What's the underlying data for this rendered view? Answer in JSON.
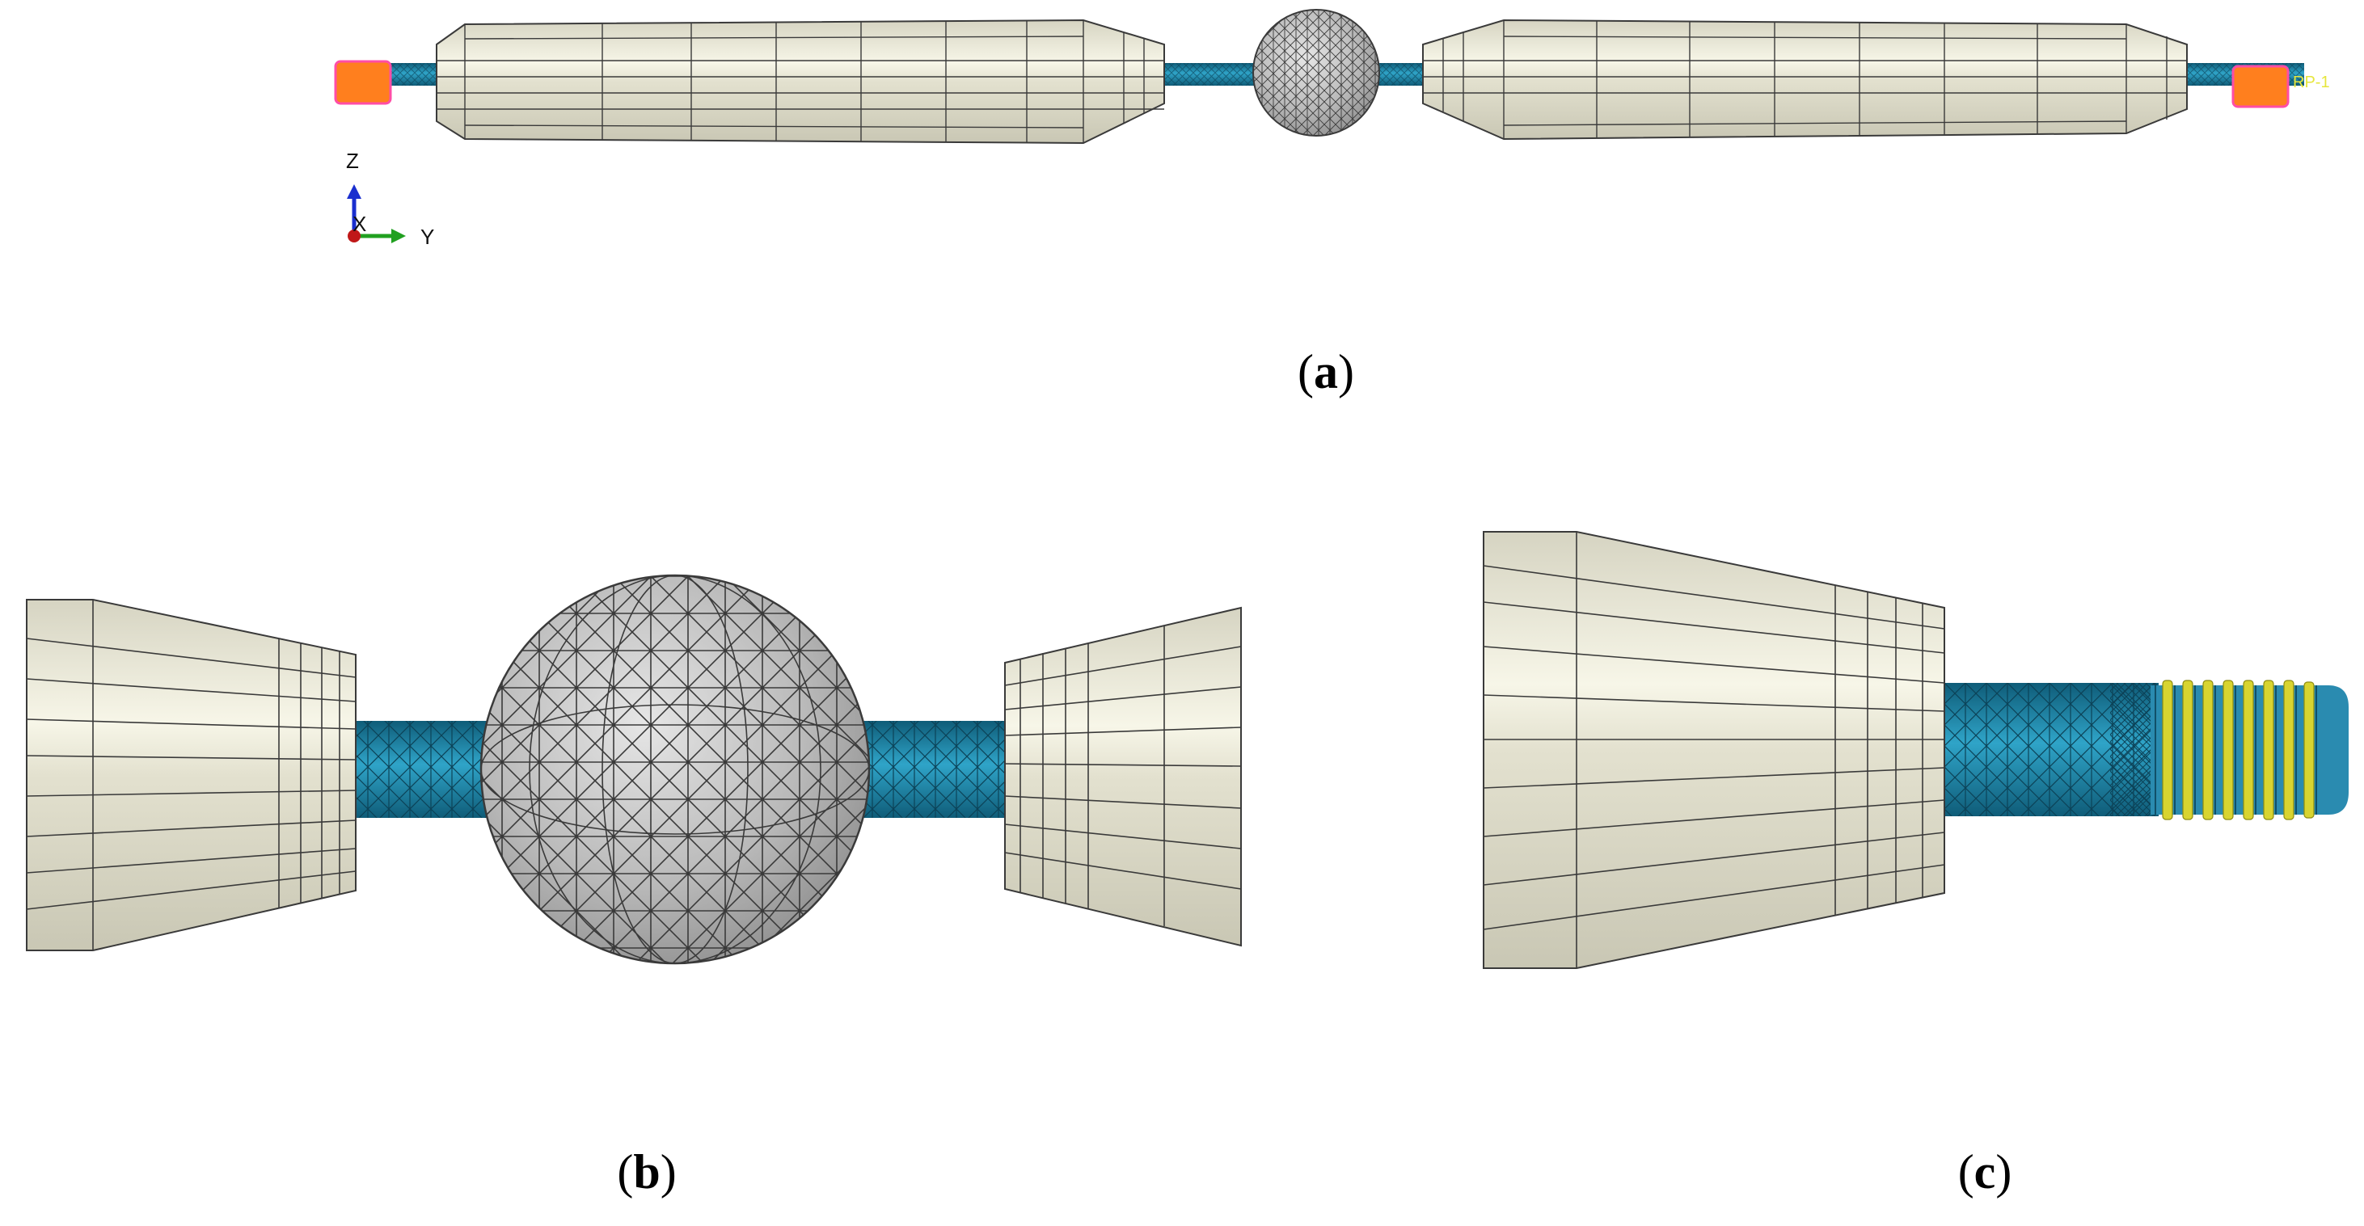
{
  "captions": {
    "a": "a",
    "b": "b",
    "c": "c"
  },
  "axes": {
    "z": "Z",
    "y": "Y",
    "x": "X"
  },
  "reference_point_label": "RP-1",
  "colors": {
    "background": "#ffffff",
    "tube_fill": "#e8e6d6",
    "tube_shade": "#cfcdbb",
    "tube_highlight": "#f7f6e8",
    "mesh_line": "#3a3a3a",
    "sphere_fill": "#bdbdbd",
    "rod_fill": "#1f7e9e",
    "rod_mesh": "#0e4f66",
    "end_block": "#ff7f1e",
    "end_block_edge": "#ff4da6",
    "thread": "#d8d430",
    "axis_z": "#1a2fcf",
    "axis_y": "#21a020",
    "axis_x": "#c01818"
  }
}
